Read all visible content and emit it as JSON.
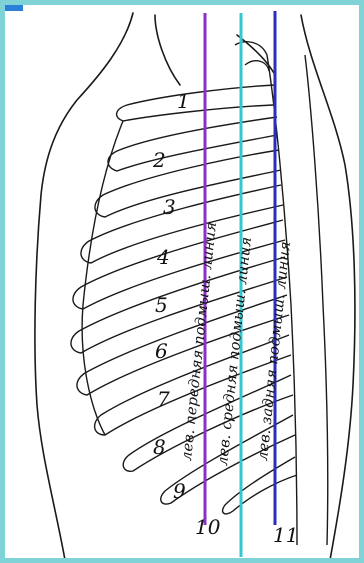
{
  "colors": {
    "frame": "#7fd3d6",
    "anterior_line": "#8c2fc7",
    "middle_line": "#33c8d0",
    "posterior_line": "#2b2fb8",
    "drawing": "#1a1a1a"
  },
  "rib_numbers": [
    "1",
    "2",
    "3",
    "4",
    "5",
    "6",
    "7",
    "8",
    "9",
    "10",
    "11"
  ],
  "lines": [
    {
      "key": "anterior",
      "label": "лев. передняя подмыш. линия"
    },
    {
      "key": "middle",
      "label": "лев. средняя подмыш. линия"
    },
    {
      "key": "posterior",
      "label": "лев. задняя подмыш. линия"
    }
  ]
}
